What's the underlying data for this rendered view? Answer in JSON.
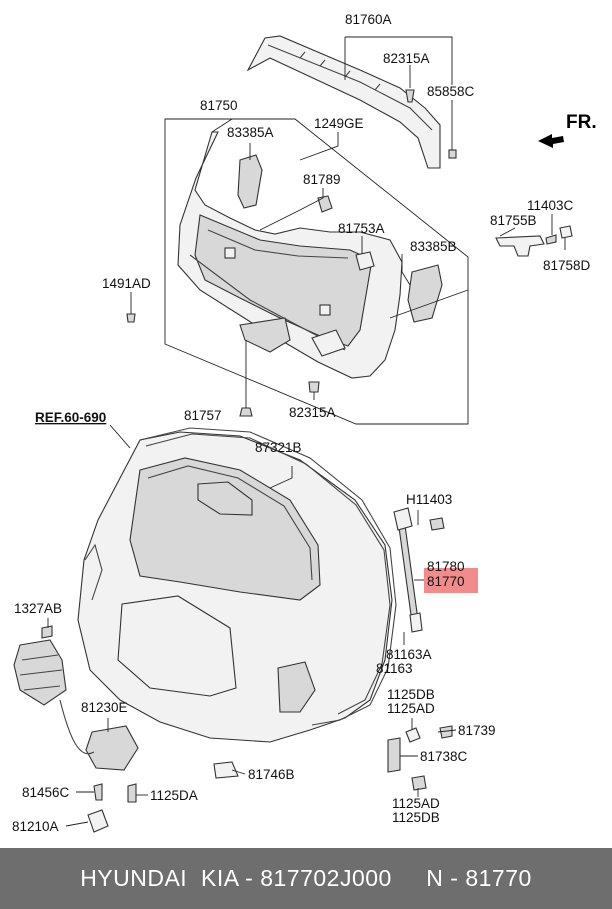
{
  "labels": {
    "p81760A": "81760A",
    "p82315A_top": "82315A",
    "p85858C": "85858C",
    "fr": "FR.",
    "p81750": "81750",
    "p83385A": "83385A",
    "p1249GE": "1249GE",
    "p81789": "81789",
    "p11403C": "11403C",
    "p81755B": "81755B",
    "p81758D": "81758D",
    "p81753A": "81753A",
    "p83385B": "83385B",
    "p1491AD": "1491AD",
    "p81757": "81757",
    "p82315A_bot": "82315A",
    "ref": "REF.60-690",
    "p87321B": "87321B",
    "pH11403": "H11403",
    "p81780": "81780",
    "p81770": "81770",
    "p1327AB": "1327AB",
    "p81163A": "81163A",
    "p81163": "81163",
    "p81230E": "81230E",
    "p1125DB_a": "1125DB",
    "p1125AD_a": "1125AD",
    "p81739": "81739",
    "p81738C": "81738C",
    "p81746B": "81746B",
    "p81456C": "81456C",
    "p1125DA": "1125DA",
    "p81210A": "81210A",
    "p1125AD_b": "1125AD",
    "p1125DB_b": "1125DB"
  },
  "highlight_color": "#f28b8b",
  "footer": {
    "text": "HYUNDAI  KIA - 817702J000     N - 81770"
  }
}
